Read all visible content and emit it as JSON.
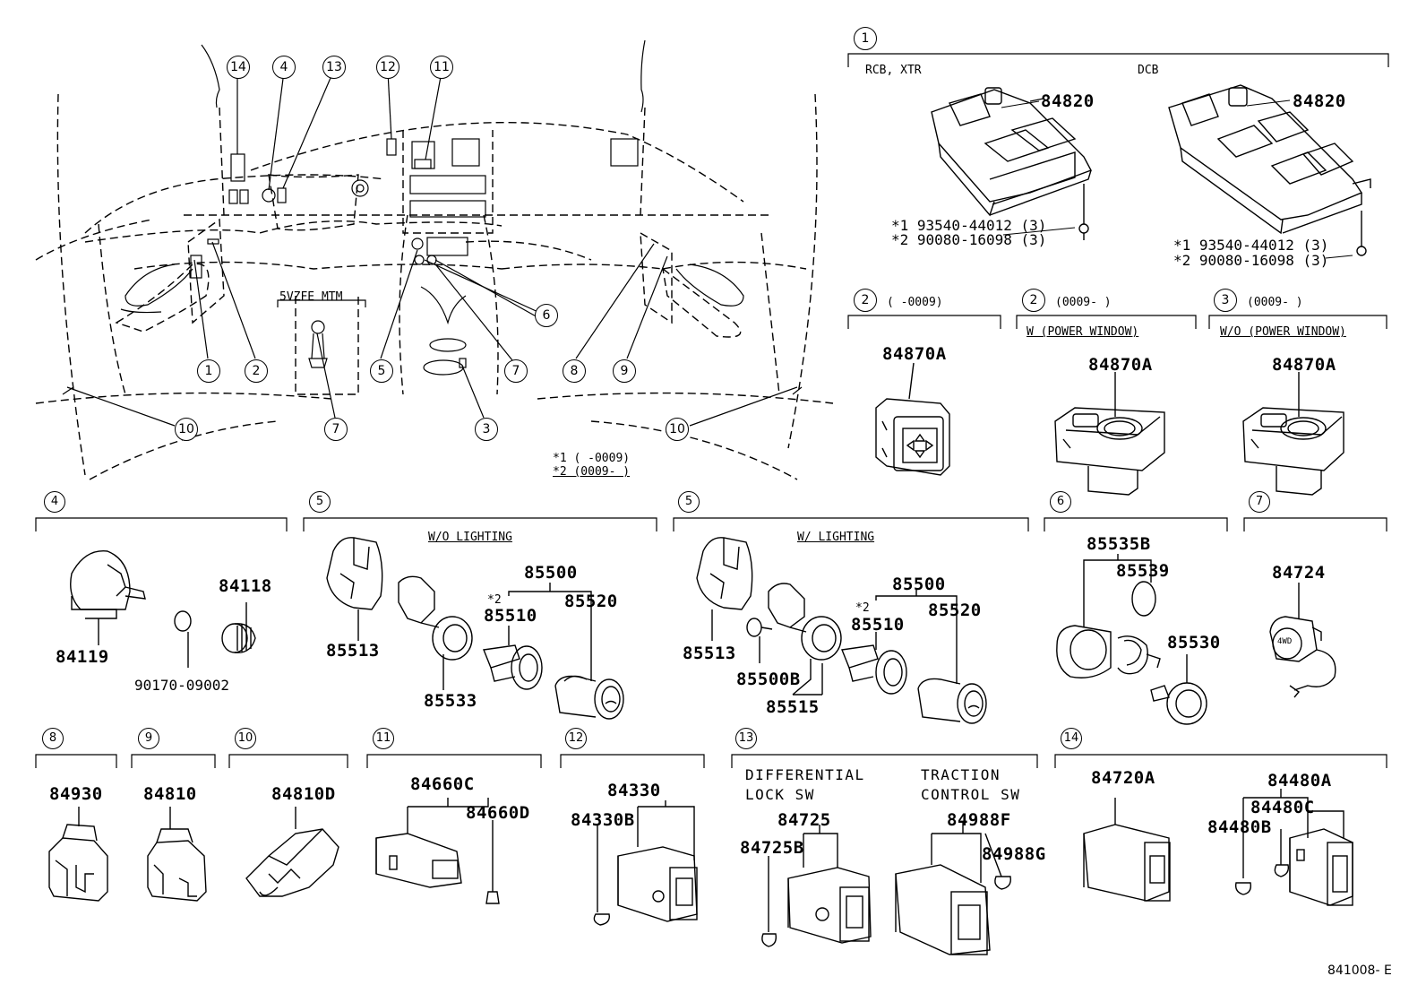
{
  "diagram_code": "841008- E",
  "overview": {
    "callouts": [
      "14",
      "4",
      "13",
      "12",
      "11",
      "1",
      "2",
      "5",
      "6",
      "7",
      "3",
      "8",
      "9",
      "10",
      "10",
      "7"
    ],
    "engine_label": "5VZFE   MTM",
    "note1": "*1 (       -0009)",
    "note2": "*2 (0009-       )"
  },
  "sec1": {
    "num": "1",
    "left_label": "RCB, XTR",
    "right_label": "DCB",
    "part_left": "84820",
    "part_right": "84820",
    "bolt_left_1": "*1 93540-44012 (3)",
    "bolt_left_2": "*2 90080-16098 (3)",
    "bolt_right_1": "*1 93540-44012 (3)",
    "bolt_right_2": "*2 90080-16098 (3)"
  },
  "sec2a": {
    "num": "2",
    "label": "(        -0009)",
    "part": "84870A"
  },
  "sec2b": {
    "num": "2",
    "label": "(0009-       )",
    "sub": "W (POWER WINDOW)",
    "part": "84870A"
  },
  "sec3": {
    "num": "3",
    "label": "(0009-       )",
    "sub": "W/O (POWER WINDOW)",
    "part": "84870A"
  },
  "sec4": {
    "num": "4",
    "parts": [
      "84119",
      "84118",
      "90170-09002"
    ]
  },
  "sec5a": {
    "num": "5",
    "label": "W/O LIGHTING",
    "parts": [
      "85500",
      "85510",
      "85520",
      "85513",
      "85533"
    ],
    "star": "*2"
  },
  "sec5b": {
    "num": "5",
    "label": "W/ LIGHTING",
    "parts": [
      "85500",
      "85510",
      "85520",
      "85513",
      "85500B",
      "85515"
    ],
    "star": "*2"
  },
  "sec6": {
    "num": "6",
    "parts": [
      "85535B",
      "85539",
      "85530"
    ]
  },
  "sec7": {
    "num": "7",
    "parts": [
      "84724"
    ],
    "knob": "4WD"
  },
  "sec8": {
    "num": "8",
    "parts": [
      "84930"
    ]
  },
  "sec9": {
    "num": "9",
    "parts": [
      "84810"
    ]
  },
  "sec10": {
    "num": "10",
    "parts": [
      "84810D"
    ]
  },
  "sec11": {
    "num": "11",
    "parts": [
      "84660C",
      "84660D"
    ]
  },
  "sec12": {
    "num": "12",
    "parts": [
      "84330",
      "84330B"
    ]
  },
  "sec13": {
    "num": "13",
    "label_left_1": "DIFFERENTIAL",
    "label_left_2": "LOCK SW",
    "label_right_1": "TRACTION",
    "label_right_2": "CONTROL SW",
    "parts": [
      "84725",
      "84725B",
      "84988F",
      "84988G"
    ]
  },
  "sec14": {
    "num": "14",
    "parts": [
      "84720A",
      "84480A",
      "84480C",
      "84480B"
    ]
  }
}
